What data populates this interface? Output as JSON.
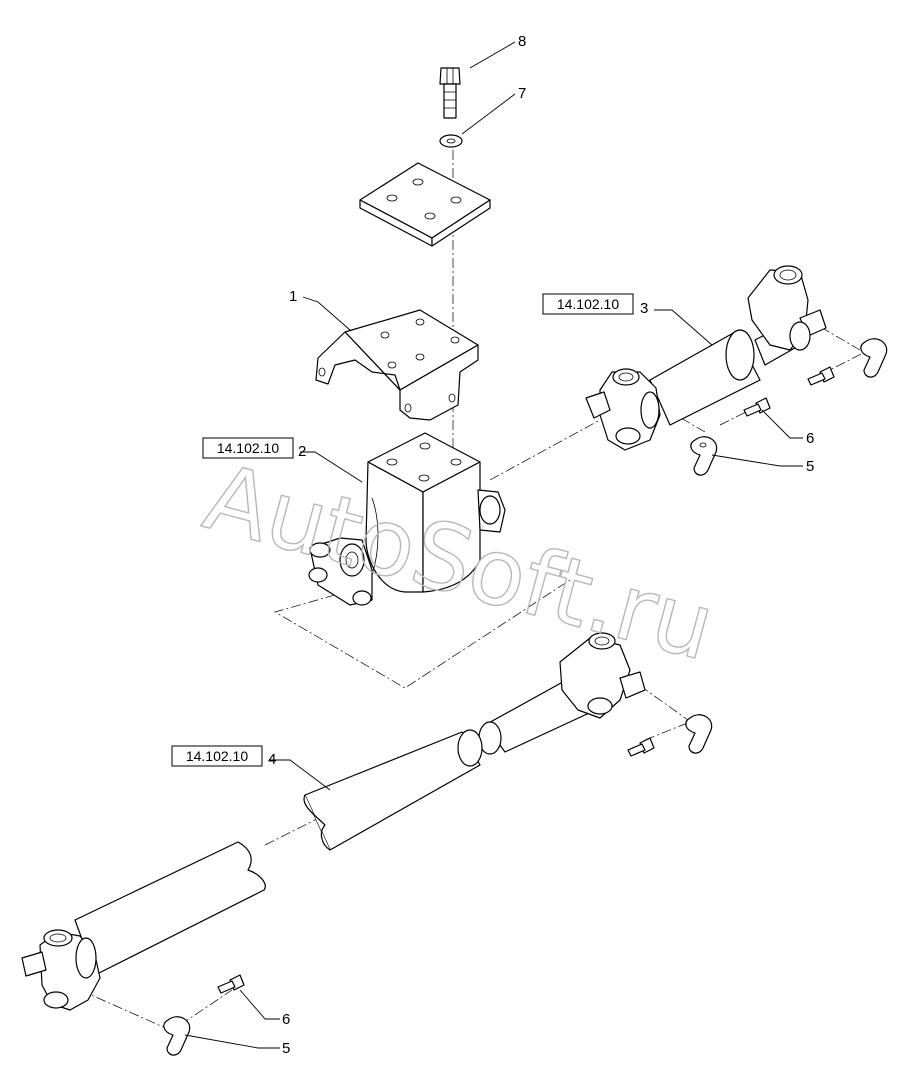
{
  "callouts": {
    "c1": "1",
    "c2": "2",
    "c3": "3",
    "c4": "4",
    "c5a": "5",
    "c5b": "5",
    "c6a": "6",
    "c6b": "6",
    "c7": "7",
    "c8": "8"
  },
  "references": {
    "r2": "14.102.10",
    "r3": "14.102.10",
    "r4": "14.102.10"
  },
  "watermark": "AutoSoft.ru"
}
